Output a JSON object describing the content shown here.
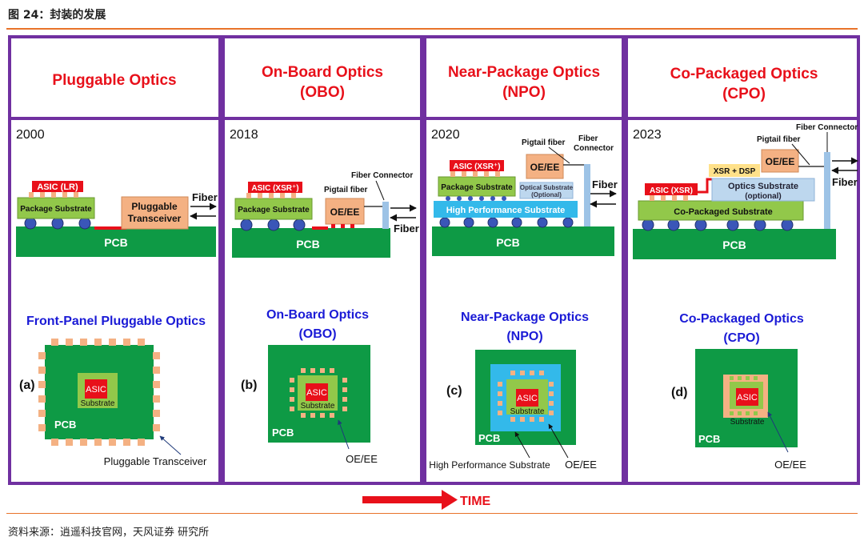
{
  "figure_caption": "图 24：封装的发展",
  "source_note": "资料来源：逍遥科技官网，天风证券 研究所",
  "time_label": "TIME",
  "colors": {
    "frame": "#7030a0",
    "title_red": "#e8101a",
    "caption_blue": "#1a1ad6",
    "pcb_green": "#0e9a45",
    "substrate_green": "#92c84a",
    "asic_red": "#e8101a",
    "pad_orange": "#f4b183",
    "bump_blue": "#3a56b8",
    "fiber_blue": "#9dc3e6",
    "hps_cyan": "#33b9ea",
    "xsr_yellow": "#ffe18a"
  },
  "stages": [
    {
      "title_line1": "Pluggable Optics",
      "title_line2": "",
      "year": "2000",
      "labels": {
        "asic": "ASIC (LR)",
        "package_substrate": "Package Substrate",
        "transceiver_line1": "Pluggable",
        "transceiver_line2": "Transceiver",
        "fiber": "Fiber",
        "pcb": "PCB"
      },
      "caption_line1": "Front-Panel Pluggable Optics",
      "caption_line2": "",
      "letter": "(a)",
      "top": {
        "asic": "ASIC",
        "substrate": "Substrate",
        "pcb": "PCB",
        "callout": "Pluggable Transceiver"
      }
    },
    {
      "title_line1": "On-Board Optics",
      "title_line2": "(OBO)",
      "year": "2018",
      "labels": {
        "asic": "ASIC (XSR⁺)",
        "package_substrate": "Package Substrate",
        "oe": "OE/EE",
        "pigtail": "Pigtail fiber",
        "connector": "Fiber Connector",
        "fiber": "Fiber",
        "pcb": "PCB"
      },
      "caption_line1": "On-Board Optics",
      "caption_line2": "(OBO)",
      "letter": "(b)",
      "top": {
        "asic": "ASIC",
        "substrate": "Substrate",
        "pcb": "PCB",
        "callout": "OE/EE"
      }
    },
    {
      "title_line1": "Near-Package Optics",
      "title_line2": "(NPO)",
      "year": "2020",
      "labels": {
        "asic": "ASIC (XSR⁺)",
        "package_substrate": "Package Substrate",
        "oe": "OE/EE",
        "optical_substrate_line1": "Optical Substrate",
        "optical_substrate_line2": "(Optional)",
        "hps": "High Performance Substrate",
        "pigtail": "Pigtail fiber",
        "connector_line1": "Fiber",
        "connector_line2": "Connector",
        "fiber": "Fiber",
        "pcb": "PCB"
      },
      "caption_line1": "Near-Package Optics",
      "caption_line2": "(NPO)",
      "letter": "(c)",
      "top": {
        "asic": "ASIC",
        "substrate": "Substrate",
        "pcb": "PCB",
        "callout1": "High Performance Substrate",
        "callout2": "OE/EE"
      }
    },
    {
      "title_line1": "Co-Packaged Optics",
      "title_line2": "(CPO)",
      "year": "2023",
      "labels": {
        "asic": "ASIC (XSR)",
        "xsr_dsp": "XSR + DSP",
        "oe": "OE/EE",
        "optics_substrate_line1": "Optics Substrate",
        "optics_substrate_line2": "(optional)",
        "co_packaged_substrate": "Co-Packaged Substrate",
        "pigtail": "Pigtail fiber",
        "connector": "Fiber Connector",
        "fiber": "Fiber",
        "pcb": "PCB"
      },
      "caption_line1": "Co-Packaged Optics",
      "caption_line2": "(CPO)",
      "letter": "(d)",
      "top": {
        "asic": "ASIC",
        "substrate": "Substrate",
        "pcb": "PCB",
        "callout": "OE/EE"
      }
    }
  ]
}
